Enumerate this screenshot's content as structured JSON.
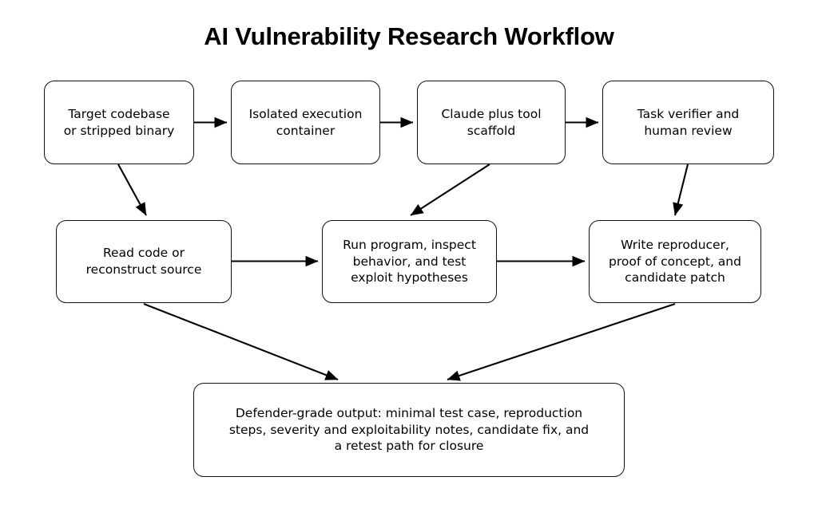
{
  "title": "AI Vulnerability Research Workflow",
  "colors": {
    "background": "#ffffff",
    "node_fill": "#ffffff",
    "node_stroke": "#111111",
    "edge_stroke": "#000000",
    "text": "#000000"
  },
  "diagram": {
    "type": "flowchart",
    "nodes": [
      {
        "id": "target",
        "label": "Target codebase\nor stripped binary",
        "row": "top"
      },
      {
        "id": "isolated",
        "label": "Isolated execution\ncontainer",
        "row": "top"
      },
      {
        "id": "claude",
        "label": "Claude plus tool\nscaffold",
        "row": "top"
      },
      {
        "id": "verifier",
        "label": "Task verifier and\nhuman review",
        "row": "top"
      },
      {
        "id": "read",
        "label": "Read code or\nreconstruct source",
        "row": "middle"
      },
      {
        "id": "run",
        "label": "Run program, inspect\nbehavior, and test\nexploit hypotheses",
        "row": "middle"
      },
      {
        "id": "write",
        "label": "Write reproducer,\nproof of concept, and\ncandidate patch",
        "row": "middle"
      },
      {
        "id": "output",
        "label": "Defender-grade output: minimal test case, reproduction\nsteps, severity and exploitability notes, candidate fix, and\na retest path for closure",
        "row": "bottom"
      }
    ],
    "edges": [
      {
        "from": "target",
        "to": "isolated",
        "style": "straight-horizontal"
      },
      {
        "from": "isolated",
        "to": "claude",
        "style": "straight-horizontal"
      },
      {
        "from": "claude",
        "to": "verifier",
        "style": "straight-horizontal"
      },
      {
        "from": "target",
        "to": "read",
        "style": "diagonal-down-right"
      },
      {
        "from": "claude",
        "to": "run",
        "style": "diagonal-down-left"
      },
      {
        "from": "verifier",
        "to": "write",
        "style": "diagonal-down-left"
      },
      {
        "from": "read",
        "to": "run",
        "style": "straight-horizontal"
      },
      {
        "from": "run",
        "to": "write",
        "style": "straight-horizontal"
      },
      {
        "from": "read",
        "to": "output",
        "style": "diagonal-down-right"
      },
      {
        "from": "write",
        "to": "output",
        "style": "diagonal-down-left"
      }
    ]
  }
}
